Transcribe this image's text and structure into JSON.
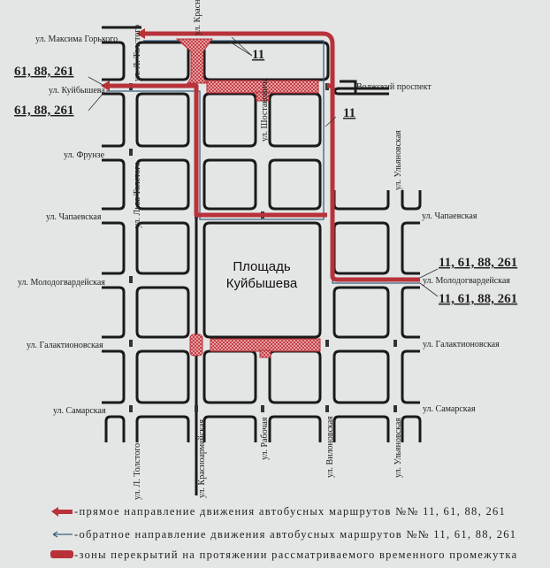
{
  "square": {
    "line1": "Площадь",
    "line2": "Куйбышева"
  },
  "streets": {
    "gorky": "ул. Максима Горького",
    "kuibysheva": "ул. Куйбышева",
    "frunze": "ул. Фрунзе",
    "chapaevskaya_left": "ул. Чапаевская",
    "chapaevskaya_right": "ул. Чапаевская",
    "molodogv_left": "ул. Молодогвардейская",
    "molodogv_right": "ул. Молодогвардейская",
    "galakt_left": "ул. Галактионовская",
    "galakt_right": "ул. Галактионовская",
    "samarskaya_left": "ул. Самарская",
    "samarskaya_right": "ул. Самарская",
    "volzhsky": "Волжский проспект",
    "tolstogo_top": "ул. Л. Толстого",
    "tolstogo_mid": "ул. Льва Толстого",
    "tolstogo_bottom": "ул. Л. Толстого",
    "krasnoarm_top": "ул. Красноармейская",
    "krasnoarm_bottom": "ул. Красноармейская",
    "shostakovicha": "ул. Шостаковича",
    "rabochaya": "ул. Рабочая",
    "vilonovskaya": "ул. Вилоновская",
    "ulyanovskaya_top": "ул. Ульяновская",
    "ulyanovskaya_bottom": "ул. Ульяновская"
  },
  "route_labels": {
    "kuib_forward": "61, 88, 261",
    "kuib_back": "61, 88, 261",
    "gorky_11": "11",
    "vilon_11": "11",
    "molodogv_forward": "11, 61, 88, 261",
    "molodogv_back": "11, 61, 88, 261"
  },
  "legend": [
    {
      "icon": "thick-red-arrow-icon",
      "text": "-прямое направление движения автобусных маршрутов №№ 11, 61, 88, 261"
    },
    {
      "icon": "thin-blue-arrow-icon",
      "text": "-обратное направление движения автобусных маршрутов №№ 11, 61, 88, 261"
    },
    {
      "icon": "closure-zone-icon",
      "text": "-зоны перекрытий на протяжении рассматриваемого временного промежутка"
    }
  ],
  "colors": {
    "route": "#b8323a",
    "back": "#3a5f80",
    "block": "#1a1a1a",
    "bg": "#e4e6e5"
  }
}
